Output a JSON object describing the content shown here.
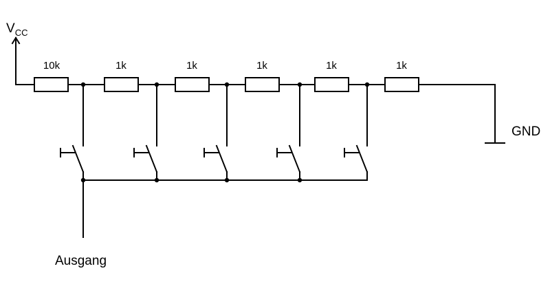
{
  "supply": {
    "main": "V",
    "sub": "CC"
  },
  "ground_label": "GND",
  "output_label": "Ausgang",
  "resistors": [
    {
      "label": "10k"
    },
    {
      "label": "1k"
    },
    {
      "label": "1k"
    },
    {
      "label": "1k"
    },
    {
      "label": "1k"
    },
    {
      "label": "1k"
    }
  ],
  "switch_count": 5,
  "colors": {
    "line": "#000000",
    "background": "#ffffff"
  }
}
